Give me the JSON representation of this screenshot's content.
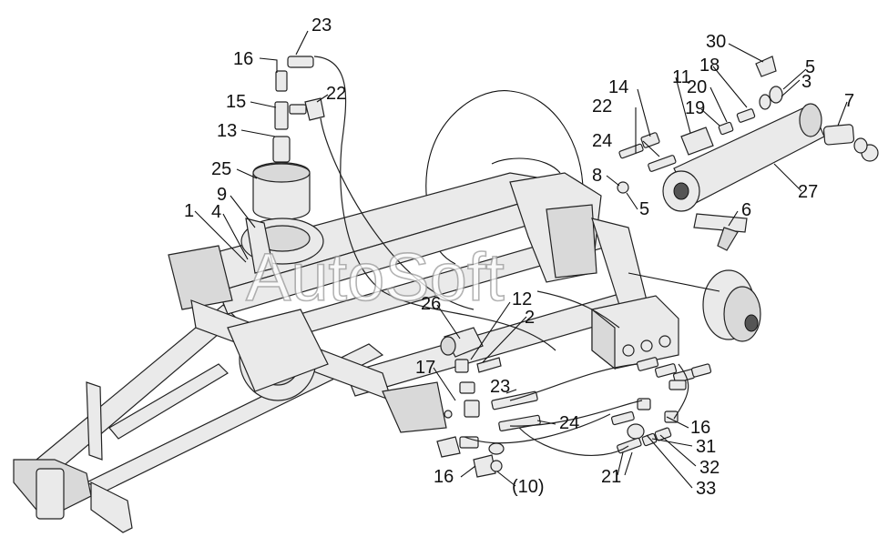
{
  "watermark": "AutoSoft",
  "callouts": [
    {
      "id": "c23a",
      "text": "23"
    },
    {
      "id": "c16a",
      "text": "16"
    },
    {
      "id": "c15",
      "text": "15"
    },
    {
      "id": "c22a",
      "text": "22"
    },
    {
      "id": "c13",
      "text": "13"
    },
    {
      "id": "c25",
      "text": "25"
    },
    {
      "id": "c9",
      "text": "9"
    },
    {
      "id": "c1",
      "text": "1"
    },
    {
      "id": "c4",
      "text": "4"
    },
    {
      "id": "c30",
      "text": "30"
    },
    {
      "id": "c5a",
      "text": "5"
    },
    {
      "id": "c18",
      "text": "18"
    },
    {
      "id": "c3",
      "text": "3"
    },
    {
      "id": "c11",
      "text": "11"
    },
    {
      "id": "c14",
      "text": "14"
    },
    {
      "id": "c20",
      "text": "20"
    },
    {
      "id": "c7",
      "text": "7"
    },
    {
      "id": "c22b",
      "text": "22"
    },
    {
      "id": "c19",
      "text": "19"
    },
    {
      "id": "c24a",
      "text": "24"
    },
    {
      "id": "c8",
      "text": "8"
    },
    {
      "id": "c27",
      "text": "27"
    },
    {
      "id": "c5b",
      "text": "5"
    },
    {
      "id": "c6",
      "text": "6"
    },
    {
      "id": "c26",
      "text": "26"
    },
    {
      "id": "c12",
      "text": "12"
    },
    {
      "id": "c2",
      "text": "2"
    },
    {
      "id": "c17",
      "text": "17"
    },
    {
      "id": "c23b",
      "text": "23"
    },
    {
      "id": "c24b",
      "text": "24"
    },
    {
      "id": "c16b",
      "text": "16"
    },
    {
      "id": "c31",
      "text": "31"
    },
    {
      "id": "c32",
      "text": "32"
    },
    {
      "id": "c21",
      "text": "21"
    },
    {
      "id": "c33",
      "text": "33"
    },
    {
      "id": "c16c",
      "text": "16"
    },
    {
      "id": "c10",
      "text": "(10)"
    }
  ]
}
